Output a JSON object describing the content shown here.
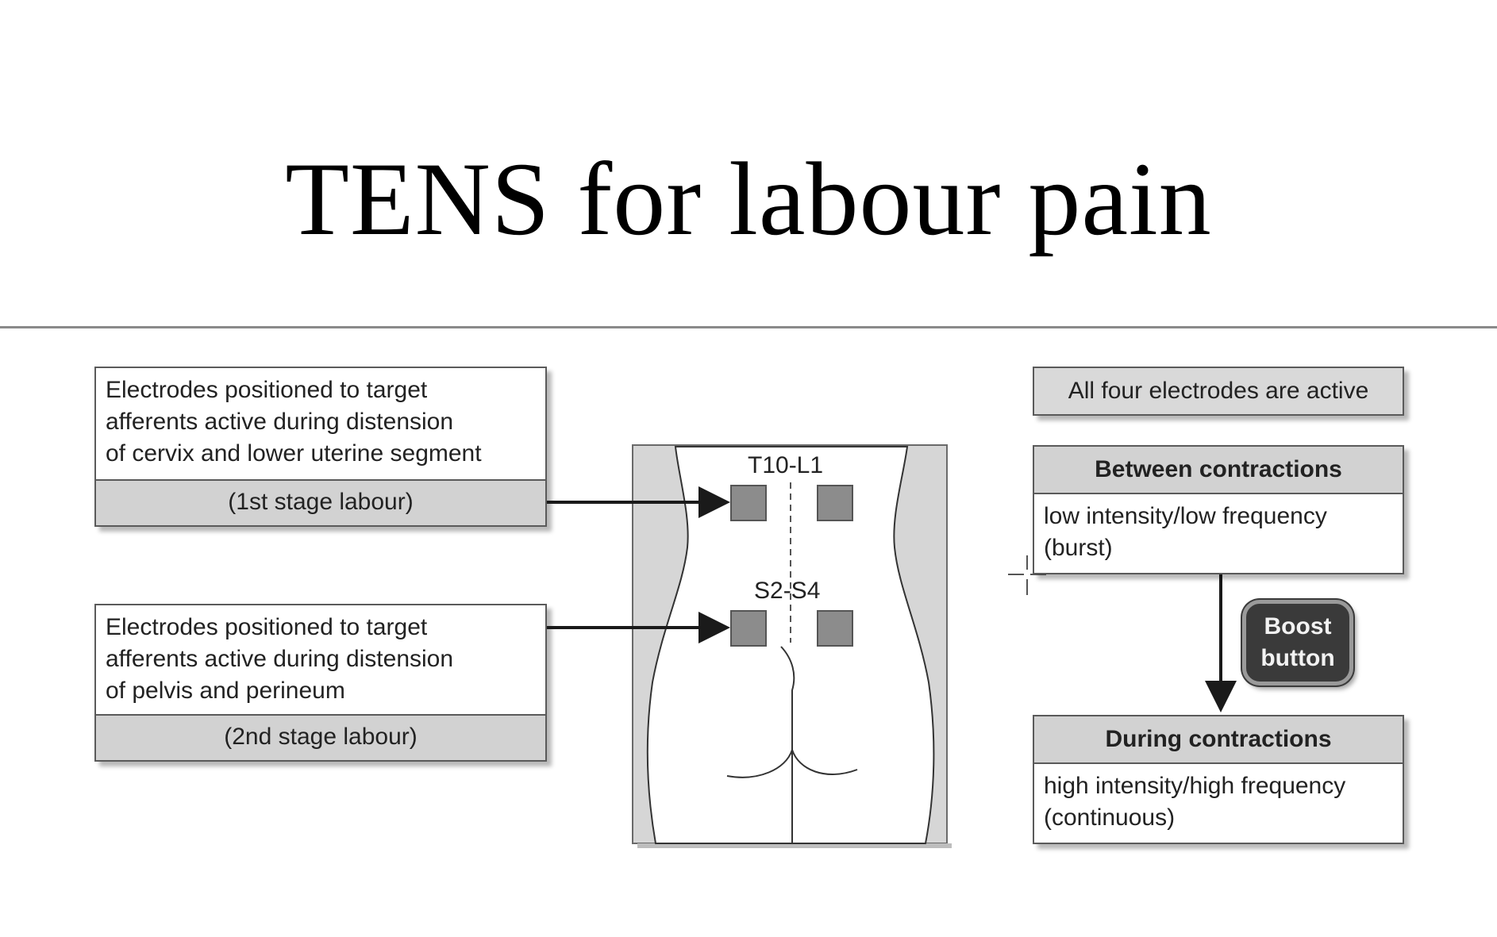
{
  "title": "TENS for labour pain",
  "left_boxes": [
    {
      "lines": [
        "Electrodes positioned to target",
        "afferents active during distension",
        "of cervix and lower uterine segment"
      ],
      "footer": "(1st stage labour)"
    },
    {
      "lines": [
        "Electrodes positioned to target",
        "afferents active during distension",
        "of pelvis and perineum"
      ],
      "footer": "(2nd stage labour)"
    }
  ],
  "torso": {
    "upper_label": "T10-L1",
    "lower_label": "S2-S4"
  },
  "right": {
    "all_active": "All four electrodes are active",
    "between": {
      "heading": "Between contractions",
      "lines": [
        "low intensity/low frequency",
        "(burst)"
      ]
    },
    "boost": [
      "Boost",
      "button"
    ],
    "during": {
      "heading": "During contractions",
      "lines": [
        "high intensity/high frequency",
        "(continuous)"
      ]
    }
  },
  "colors": {
    "box_fill": "#d2d2d2",
    "electrode": "#8c8c8c",
    "boost_button": "#3a3a3a"
  }
}
